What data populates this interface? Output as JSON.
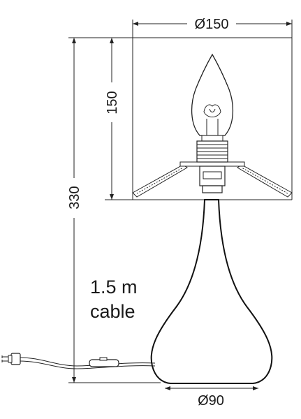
{
  "dimensions": {
    "shade_diameter": "Ø150",
    "shade_height": "150",
    "total_height": "330",
    "base_diameter": "Ø90"
  },
  "note": {
    "line1": "1.5 m",
    "line2": "cable"
  }
}
